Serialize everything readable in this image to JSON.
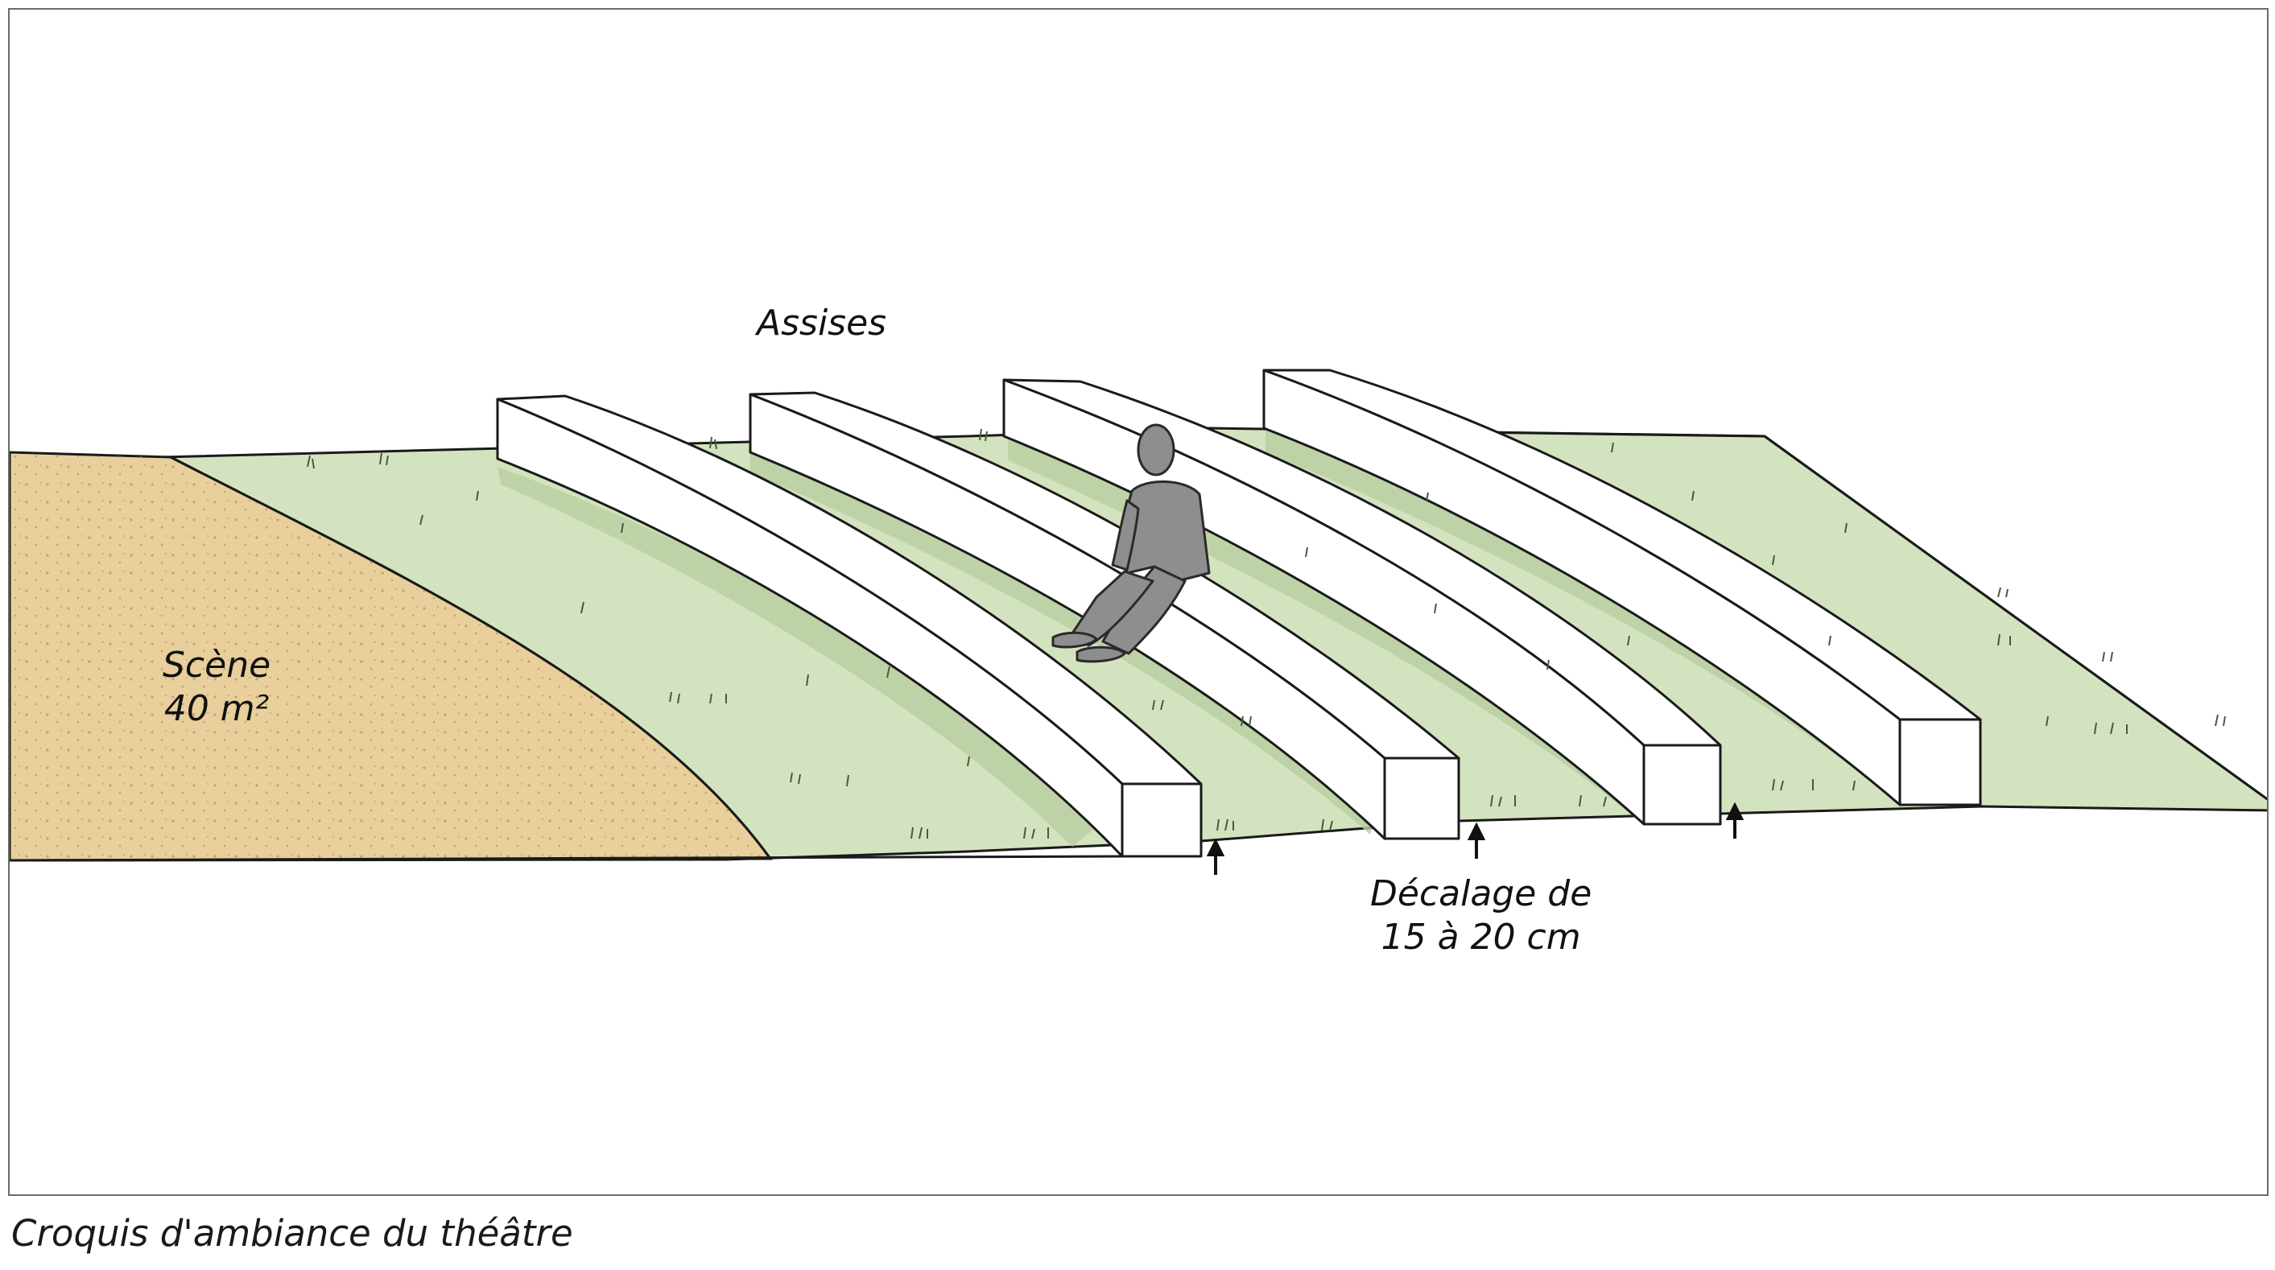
{
  "figure": {
    "labels": {
      "seats": "Assises",
      "stage_line1": "Scène",
      "stage_line2": "40 m²",
      "offset_line1": "Décalage de",
      "offset_line2": "15 à 20 cm"
    },
    "caption": "Croquis d'ambiance du théâtre",
    "colors": {
      "grass": "#d3e3bf",
      "sand": "#e8cf9c",
      "bench": "#ffffff",
      "person": "#8e8e8e",
      "outline": "#1a1a1a"
    }
  }
}
